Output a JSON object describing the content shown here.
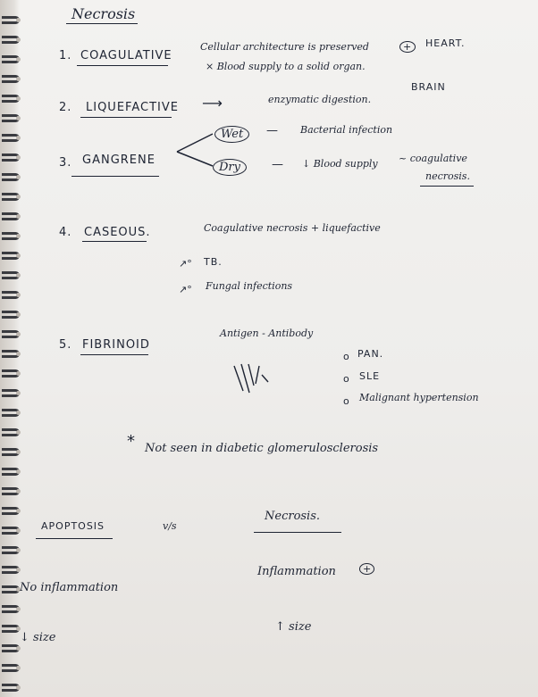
{
  "page_title": "Necrosis",
  "types": [
    {
      "number": "1.",
      "name": "COAGULATIVE",
      "line1": "Cellular architecture is preserved",
      "line1_mark": "+",
      "line1_end": "HEART.",
      "line2": "× Blood supply to a solid organ."
    },
    {
      "number": "2.",
      "name": "LIQUEFACTIVE",
      "arrow": "⟶",
      "desc": "enzymatic digestion.",
      "tag": "BRAIN"
    },
    {
      "number": "3.",
      "name": "GANGRENE",
      "wet": "Wet",
      "wet_desc": "Bacterial infection",
      "dry": "Dry",
      "dry_desc": "↓ Blood supply",
      "dry_note": "~ coagulative",
      "dry_note2": "necrosis."
    },
    {
      "number": "4.",
      "name": "CASEOUS.",
      "desc": "Coagulative necrosis + liquefactive",
      "items": [
        "TB.",
        "Fungal infections"
      ]
    },
    {
      "number": "5.",
      "name": "FIBRINOID",
      "desc": "Antigen - Antibody",
      "items": [
        "PAN.",
        "SLE",
        "Malignant hypertension"
      ]
    }
  ],
  "footnote": "Not seen in diabetic glomerulosclerosis",
  "star": "*",
  "dash": "—",
  "bullet_arrow": "↗°",
  "bullet": "o",
  "comparison": {
    "left_title": "APOPTOSIS",
    "vs": "v/s",
    "right_title": "Necrosis.",
    "left_items": [
      "No inflammation",
      "↓ size"
    ],
    "right_items": [
      "Inflammation",
      "↑ size"
    ],
    "right_mark": "+"
  }
}
